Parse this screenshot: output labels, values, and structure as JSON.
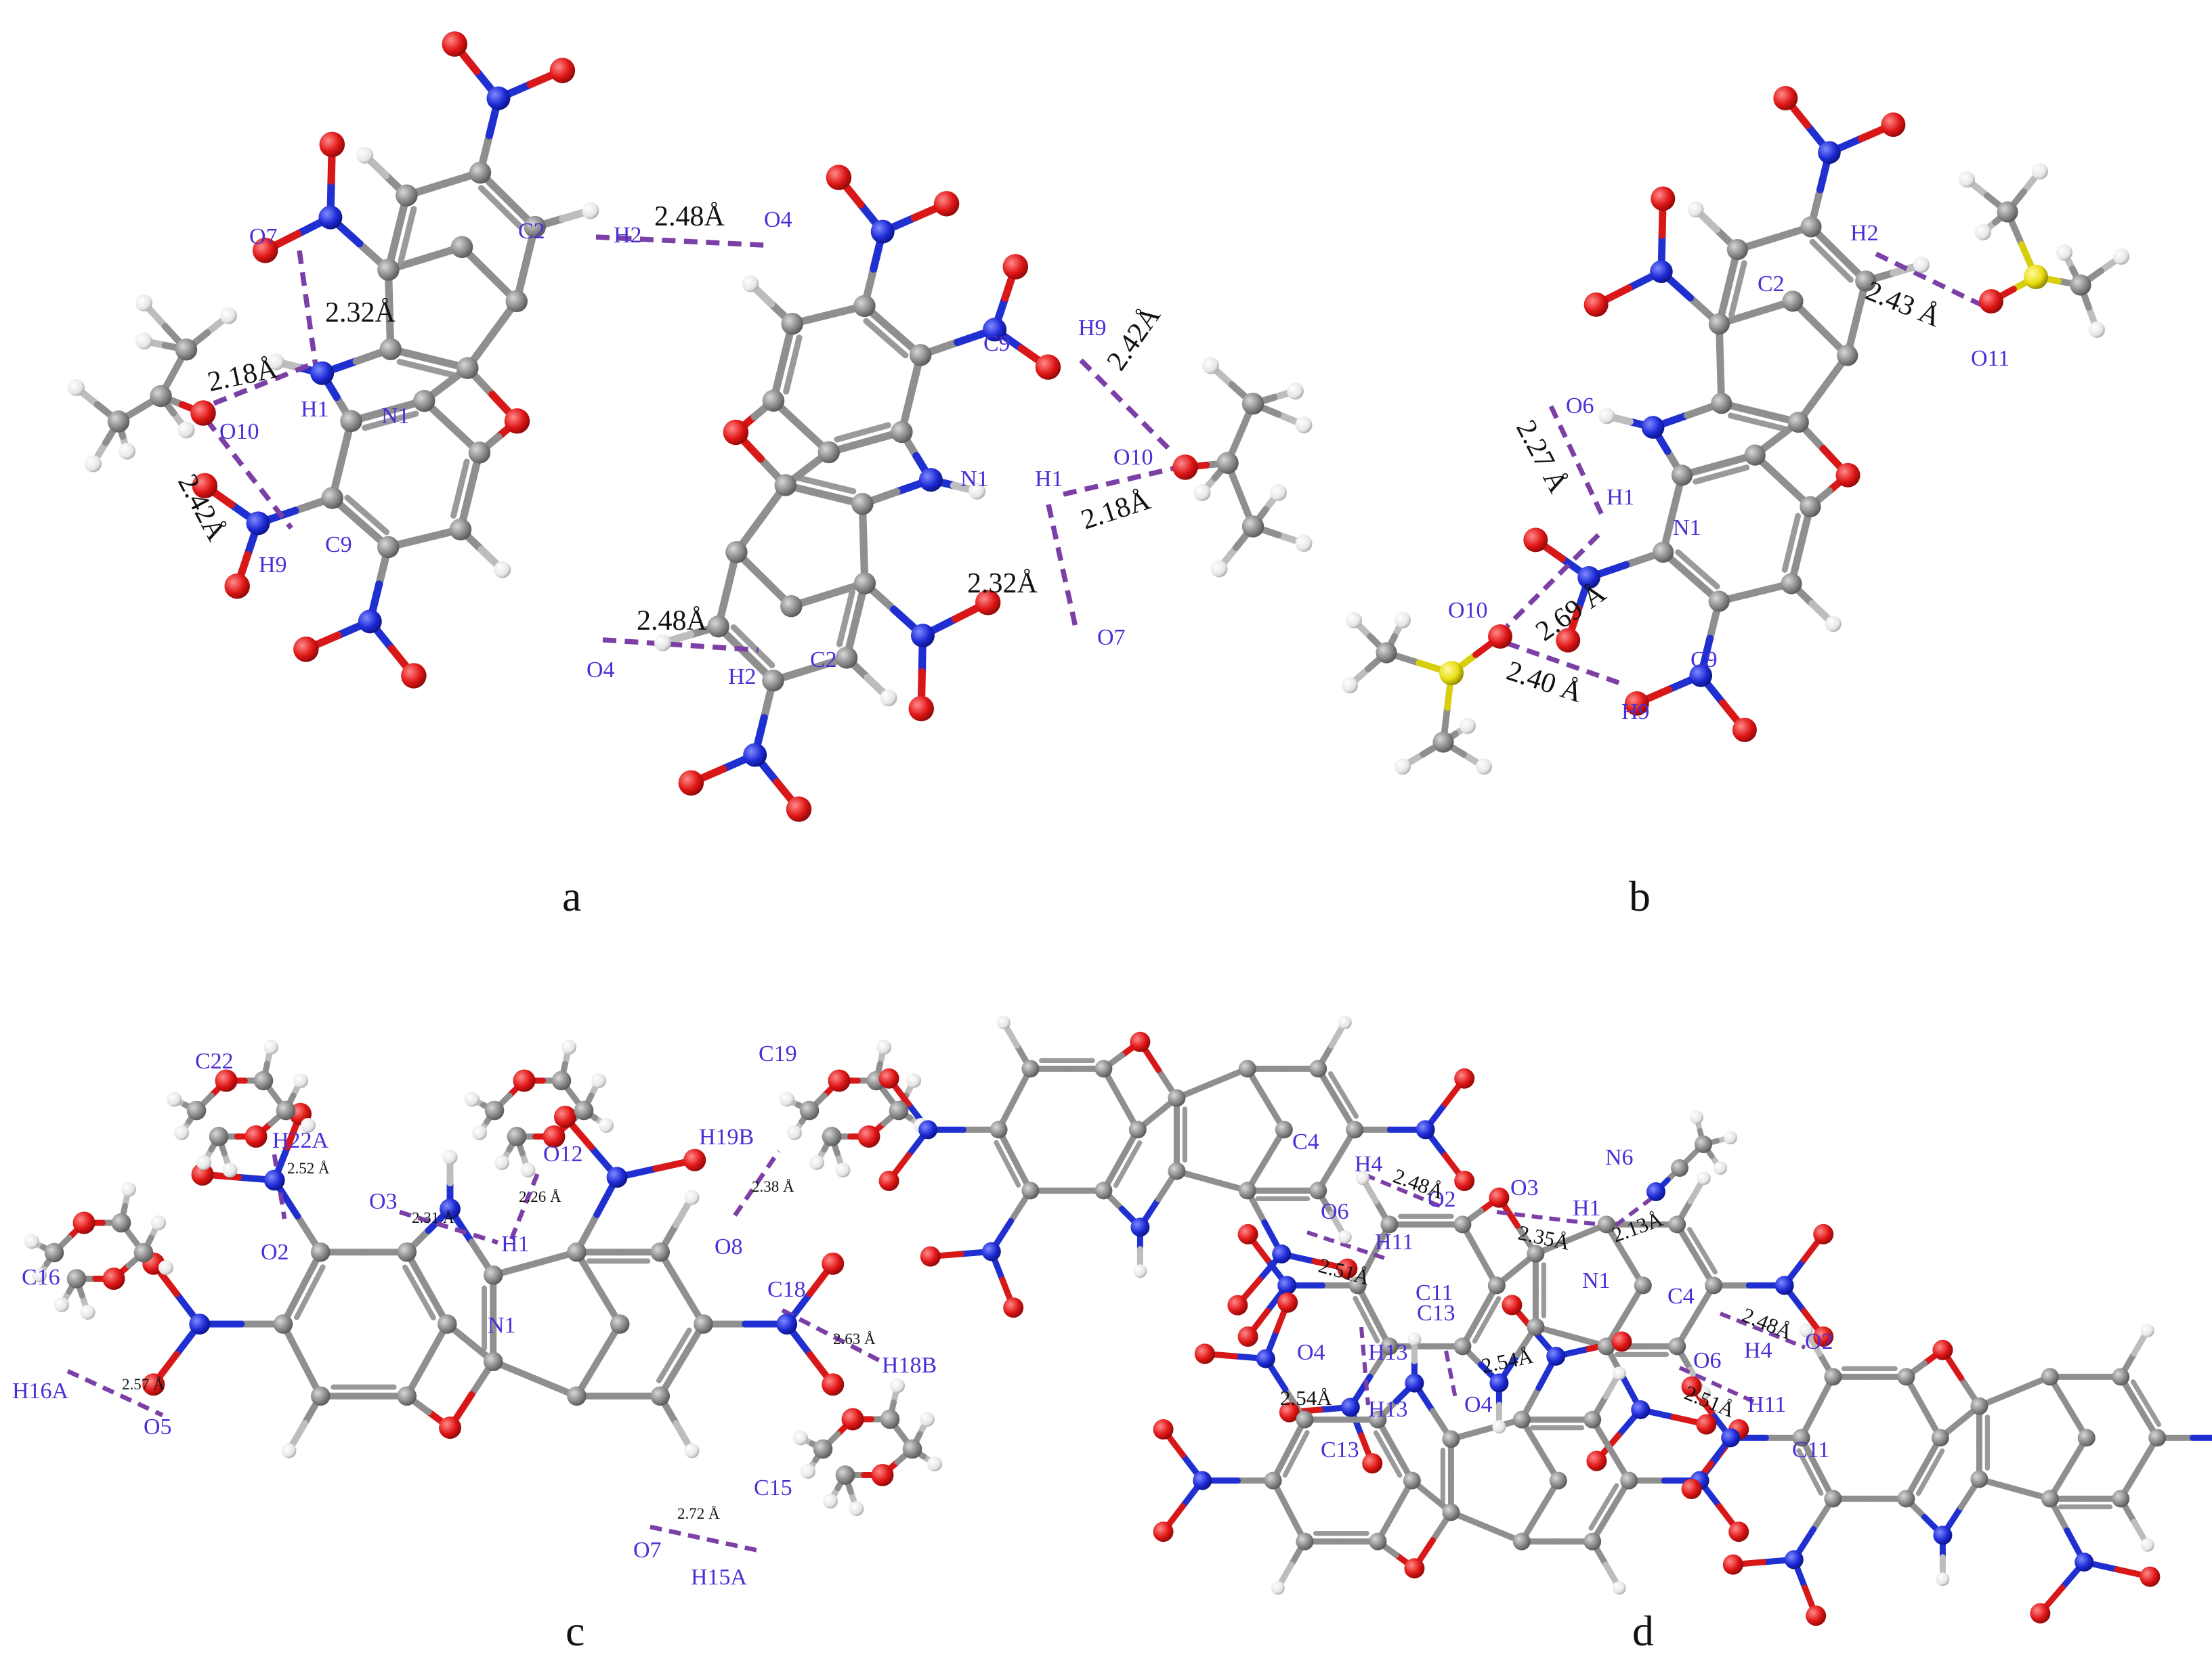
{
  "colors": {
    "carbon": "#8a8a8a",
    "nitrogen": "#1e2bd6",
    "oxygen": "#e01616",
    "hydrogen": "#eeeeee",
    "sulfur": "#e8de12",
    "hbond": "#7b3fa6",
    "label": "#4b2fd6"
  },
  "panels": [
    {
      "label": "a",
      "atom_labels": [
        "O7",
        "C2",
        "H2",
        "O4",
        "H1",
        "N1",
        "O10",
        "C9",
        "H9",
        "O4",
        "H2",
        "C2",
        "O7",
        "C9",
        "H9",
        "N1",
        "H1",
        "O10"
      ],
      "distances": [
        "2.32Å",
        "2.48Å",
        "2.18Å",
        "2.42Å",
        "2.48Å",
        "2.42Å",
        "2.18Å",
        "2.32Å"
      ]
    },
    {
      "label": "b",
      "atom_labels": [
        "C2",
        "H2",
        "O11",
        "O6",
        "H1",
        "N1",
        "O10",
        "C9",
        "H9"
      ],
      "distances": [
        "2.43 Å",
        "2.27 Å",
        "2.69 Å",
        "2.40 Å"
      ]
    },
    {
      "label": "c",
      "atom_labels": [
        "C22",
        "H22A",
        "O12",
        "C19",
        "H19B",
        "O3",
        "O2",
        "H1",
        "O8",
        "N1",
        "C18",
        "C16",
        "H18B",
        "H16A",
        "C15",
        "O5",
        "O7",
        "H15A"
      ],
      "distances": [
        "2.52 Å",
        "2.31 Å",
        "2.26 Å",
        "2.38 Å",
        "2.63 Å",
        "2.57 Å",
        "2.72 Å"
      ]
    },
    {
      "label": "d",
      "atom_labels": [
        "C4",
        "H4",
        "O2",
        "O3",
        "N6",
        "O6",
        "H1",
        "H11",
        "N1",
        "C11",
        "C13",
        "C4",
        "H4",
        "O2",
        "O4",
        "H13",
        "O6",
        "H11",
        "H13",
        "O4",
        "C13",
        "C11"
      ],
      "distances": [
        "2.48Å",
        "2.35Å",
        "2.13Å",
        "2.51Å",
        "2.48Å",
        "2.54Å",
        "2.54Å",
        "2.51Å"
      ]
    }
  ]
}
